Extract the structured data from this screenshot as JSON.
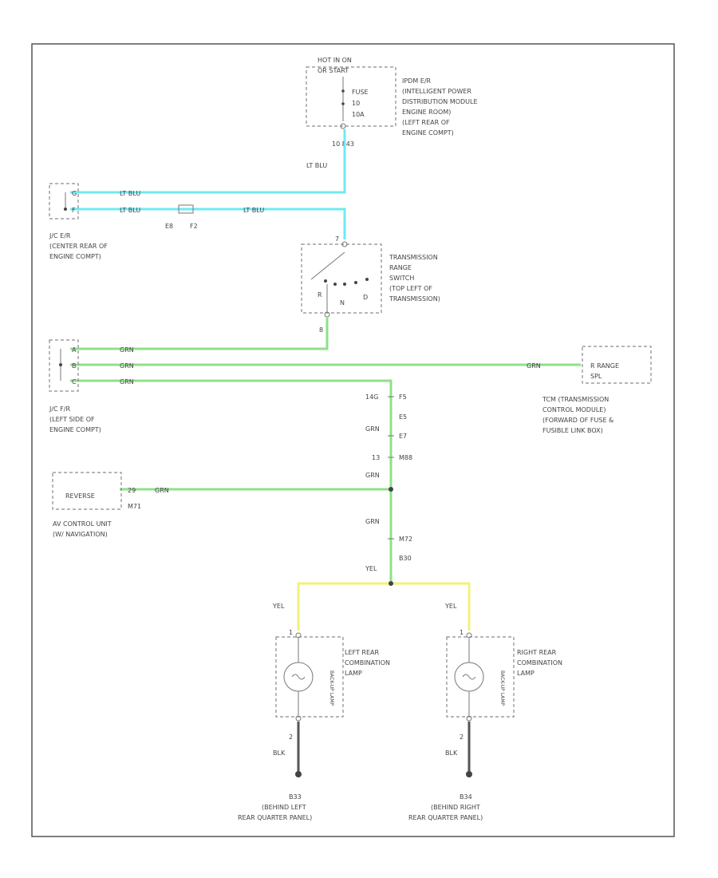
{
  "footer_code": "",
  "power": {
    "header": "HOT IN ON",
    "header2": "OR START",
    "fuse_lines": [
      "FUSE",
      "10",
      "10A"
    ],
    "pin_label": "10  E43",
    "desc": [
      "IPDM E/R",
      "(INTELLIGENT POWER",
      "DISTRIBUTION MODULE",
      "ENGINE ROOM)",
      "(LEFT REAR OF",
      "ENGINE COMPT)"
    ]
  },
  "joint1": {
    "pins": [
      "G",
      "F"
    ],
    "wire_labels": [
      "LT BLU",
      "LT BLU",
      "LT BLU"
    ],
    "conn_label": "F2",
    "conn_label2": "E8",
    "desc": [
      "J/C E/R",
      "(CENTER REAR OF",
      "ENGINE COMPT)"
    ],
    "riser_label": "LT BLU"
  },
  "trs": {
    "pin_top": "7",
    "pin_bottom": "8",
    "positions": [
      "R",
      "N",
      "D"
    ],
    "desc": [
      "TRANSMISSION",
      "RANGE",
      "SWITCH",
      "(TOP LEFT OF",
      "TRANSMISSION)"
    ]
  },
  "joint2": {
    "pins": [
      "A",
      "B",
      "C"
    ],
    "wire_labels": [
      "GRN",
      "GRN",
      "GRN"
    ],
    "desc": [
      "J/C F/R",
      "(LEFT SIDE OF",
      "ENGINE COMPT)"
    ]
  },
  "tcm": {
    "box_label": "R RANGE",
    "box_label2": "SPL",
    "wire_label": "GRN",
    "desc": [
      "TCM (TRANSMISSION",
      "CONTROL MODULE)",
      "(FORWARD OF FUSE &",
      "FUSIBLE LINK BOX)"
    ]
  },
  "vertical": {
    "labels": [
      "14G",
      "F5",
      "E5",
      "GRN",
      "E7",
      "13",
      "M88",
      "GRN",
      "GRN",
      "M72",
      "B30",
      "YEL"
    ]
  },
  "av": {
    "box_label": "REVERSE",
    "pin_label": "29",
    "conn_label": "M71",
    "wire_label": "GRN",
    "desc": [
      "AV CONTROL UNIT",
      "(W/ NAVIGATION)"
    ]
  },
  "left_lamp": {
    "wire_top": "YEL",
    "pin_top": "1",
    "pin_bottom": "2",
    "wire_bottom": "BLK",
    "vertical_label": "BACK-UP LAMP",
    "desc": [
      "LEFT REAR",
      "COMBINATION",
      "LAMP"
    ],
    "ground": "B33",
    "ground_desc": [
      "(BEHIND LEFT",
      "REAR QUARTER PANEL)"
    ]
  },
  "right_lamp": {
    "wire_top": "YEL",
    "pin_top": "1",
    "pin_bottom": "2",
    "wire_bottom": "BLK",
    "vertical_label": "BACK-UP LAMP",
    "desc": [
      "RIGHT REAR",
      "COMBINATION",
      "LAMP"
    ],
    "ground": "B34",
    "ground_desc": [
      "(BEHIND RIGHT",
      "REAR QUARTER PANEL)"
    ]
  },
  "colors": {
    "lt_blu": "#6fe9f2",
    "grn": "#8fe08a",
    "yel": "#f2f27a",
    "blk": "#555555"
  }
}
